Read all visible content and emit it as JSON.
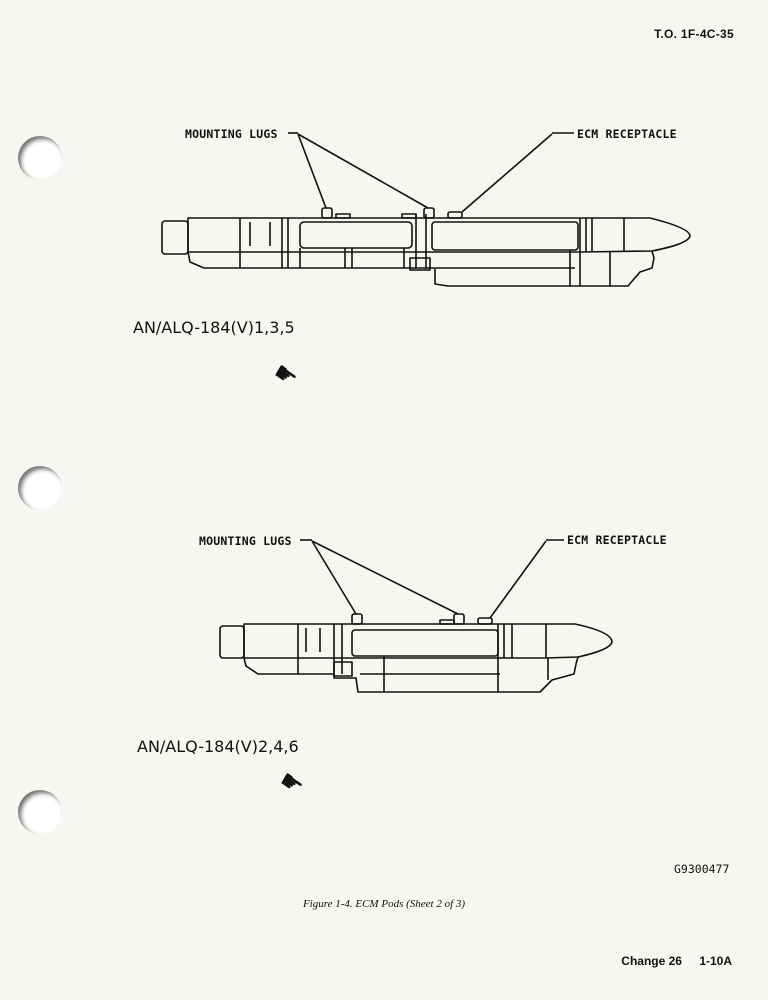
{
  "header": {
    "doc_number": "T.O. 1F-4C-35"
  },
  "figure_top": {
    "callout_left": "MOUNTING LUGS",
    "callout_right": "ECM RECEPTACLE",
    "model_label": "AN/ALQ-184(V)1,3,5"
  },
  "figure_bottom": {
    "callout_left": "MOUNTING LUGS",
    "callout_right": "ECM RECEPTACLE",
    "model_label": "AN/ALQ-184(V)2,4,6"
  },
  "illustration_code": "G9300477",
  "caption": "Figure 1-4.   ECM Pods (Sheet 2 of 3)",
  "footer": {
    "change": "Change 26",
    "page": "1-10A"
  },
  "icons": {
    "change_marker": "pointing-hand-icon",
    "binder_hole": "binder-hole"
  }
}
